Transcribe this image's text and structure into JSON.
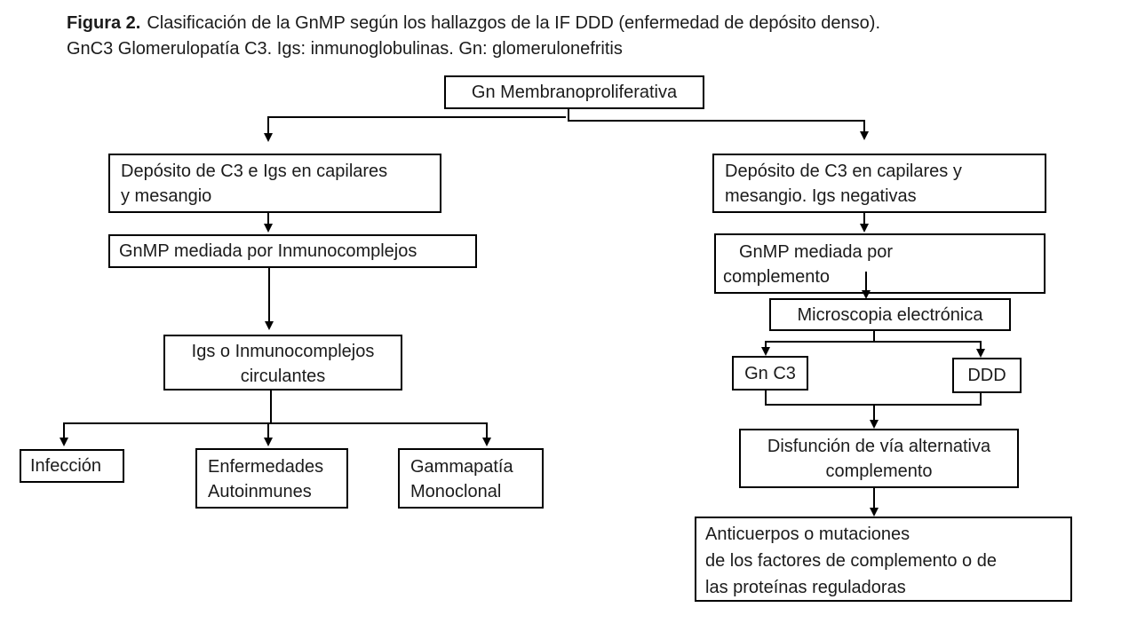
{
  "figure_caption": {
    "label": "Figura 2.",
    "text_line1": "Clasificación de la GnMP según los hallazgos de la IF DDD (enfermedad de depósito denso).",
    "text_line2": "GnC3 Glomerulopatía C3. Igs: inmunoglobulinas. Gn: glomerulonefritis"
  },
  "colors": {
    "background": "#ffffff",
    "box_border": "#000000",
    "connector": "#000000",
    "text": "#1b1b1b"
  },
  "nodes": {
    "root": {
      "lines": [
        "Gn Membranoproliferativa"
      ]
    },
    "deposito_c3_igs": {
      "lines": [
        "Depósito de C3 e Igs en capilares",
        "y mesangio"
      ]
    },
    "gnmp_inmunocomplejos": {
      "lines": [
        "GnMP mediada por Inmunocomplejos"
      ]
    },
    "igs_circulantes": {
      "lines": [
        "Igs o Inmunocomplejos",
        "circulantes"
      ]
    },
    "infeccion": {
      "lines": [
        "Infección"
      ]
    },
    "enfermedades_autoinmunes": {
      "lines": [
        "Enfermedades",
        "Autoinmunes"
      ]
    },
    "gammapatia_monoclonal": {
      "lines": [
        "Gammapatía",
        "Monoclonal"
      ]
    },
    "deposito_c3_igs_negativas": {
      "lines": [
        "Depósito de C3 en capilares y",
        "mesangio. Igs negativas"
      ]
    },
    "gnmp_complemento": {
      "lines": [
        "GnMP mediada por",
        "complemento"
      ]
    },
    "microscopia_electronica": {
      "lines": [
        "Microscopia electrónica"
      ]
    },
    "gn_c3": {
      "lines": [
        "Gn C3"
      ]
    },
    "ddd": {
      "lines": [
        "DDD"
      ]
    },
    "disfuncion_via_alternativa": {
      "lines": [
        "Disfunción de vía alternativa",
        "complemento"
      ]
    },
    "anticuerpos_mutaciones": {
      "lines": [
        "Anticuerpos o mutaciones",
        "de los factores de complemento o de",
        "las proteínas reguladoras"
      ]
    }
  }
}
